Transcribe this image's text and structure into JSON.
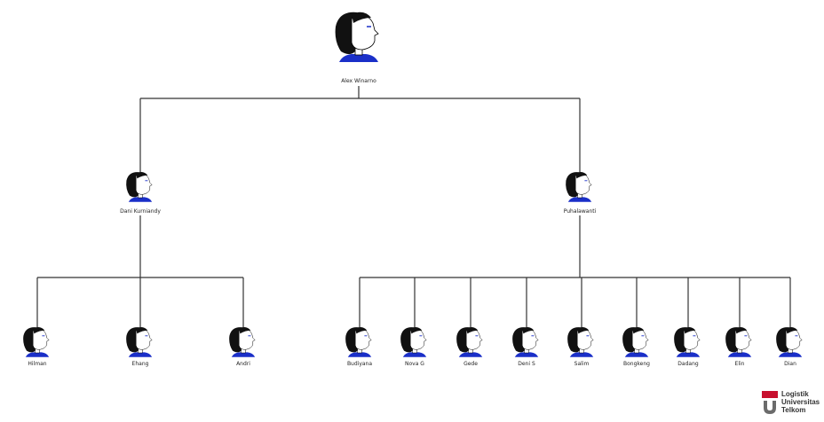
{
  "org_chart": {
    "root": {
      "name": "Alex Winarno"
    },
    "managers": [
      {
        "name": "Dani Kurniandy",
        "reports": [
          "Hilman",
          "Ehang",
          "Andri"
        ]
      },
      {
        "name": "Puhalawanti",
        "reports": [
          "Budiyana",
          "Nova G",
          "Gede",
          "Deni S",
          "Salim",
          "Bongkeng",
          "Dadang",
          "Elin",
          "Dian"
        ]
      }
    ]
  },
  "logo": {
    "line1": "Logistik",
    "line2": "Universitas",
    "line3": "Telkom"
  },
  "colors": {
    "line": "#333333",
    "hair": "#111111",
    "face": "#ffffff",
    "collar": "#1a2fc8",
    "logo_red": "#c8102e",
    "logo_gray": "#6b6b6b"
  }
}
